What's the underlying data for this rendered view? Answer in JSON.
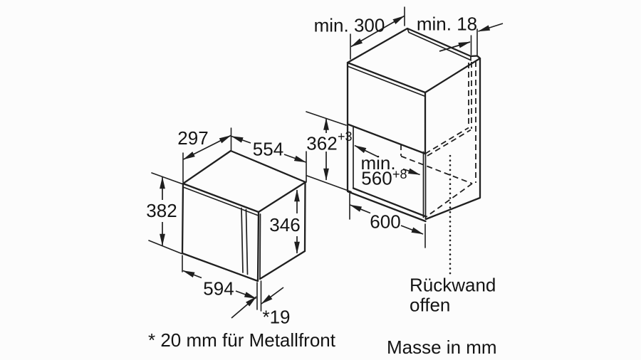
{
  "left_drawing": {
    "depth": "297",
    "width_top": "554",
    "height": "382",
    "door_height": "346",
    "width_bottom": "594",
    "front_offset": "*19"
  },
  "right_drawing": {
    "top_depth": "min. 300",
    "side_thickness": "min. 18",
    "niche_height": "362",
    "niche_height_sup": "+3",
    "niche_width_prefix": "min.",
    "niche_width": "560",
    "niche_width_sup": "+8",
    "cabinet_width": "600",
    "back_note_line1": "Rückwand",
    "back_note_line2": "offen"
  },
  "notes": {
    "metal_front": "* 20 mm für Metallfront",
    "units": "Masse in mm"
  },
  "colors": {
    "line": "#1f1f1f",
    "text": "#141414",
    "background": "#fcfcfc"
  }
}
